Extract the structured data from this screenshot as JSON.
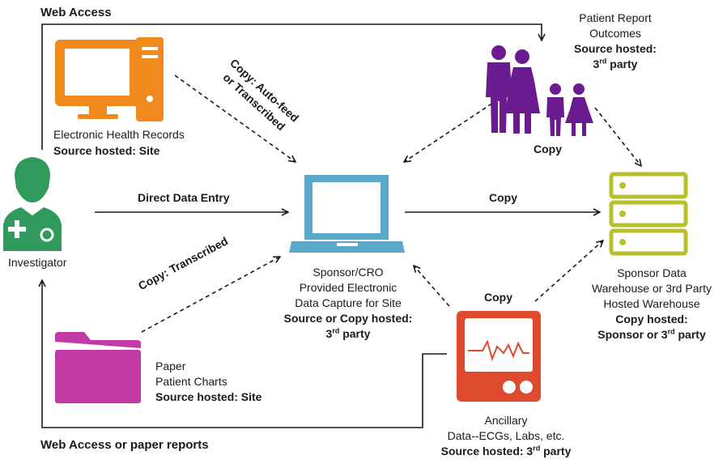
{
  "colors": {
    "ehr_orange": "#f08a1c",
    "patient_purple": "#6a1b8f",
    "warehouse_green": "#b8bf2b",
    "laptop_blue": "#5aa9cc",
    "investigator_green": "#2f9a5b",
    "paper_magenta": "#c13aa6",
    "ancillary_red": "#dd4a2e",
    "arrow": "#1a1a1a"
  },
  "icons": {
    "ehr": "desktop-computer-icon",
    "patients": "family-icon",
    "warehouse": "server-stack-icon",
    "edc": "laptop-icon",
    "investigator": "doctor-icon",
    "paper": "folder-icon",
    "ancillary": "ecg-monitor-icon"
  },
  "labels": {
    "web_access": "Web Access",
    "web_access_paper": "Web Access or paper reports",
    "ehr_name": "Electronic Health Records",
    "ehr_source": "Source hosted: Site",
    "copy_autofeed_1": "Copy: Auto-feed",
    "copy_autofeed_2": "or Transcribed",
    "patient_1": "Patient Report",
    "patient_2": "Outcomes",
    "patient_3": "Source hosted:",
    "patient_4a": "3",
    "patient_4sup": "rd",
    "patient_4b": " party",
    "copy_patient": "Copy",
    "investigator": "Investigator",
    "direct_entry": "Direct Data Entry",
    "copy_to_warehouse": "Copy",
    "copy_transcribed": "Copy: Transcribed",
    "edc_1": "Sponsor/CRO",
    "edc_2": "Provided Electronic",
    "edc_3": "Data Capture for Site",
    "edc_4": "Source or Copy hosted:",
    "edc_5a": "3",
    "edc_5sup": "rd",
    "edc_5b": " party",
    "warehouse_1": "Sponsor Data",
    "warehouse_2": "Warehouse or 3rd Party",
    "warehouse_3": "Hosted Warehouse",
    "warehouse_4": "Copy hosted:",
    "warehouse_5a": "Sponsor or 3",
    "warehouse_5sup": "rd",
    "warehouse_5b": " party",
    "copy_ancillary": "Copy",
    "paper_1": "Paper",
    "paper_2": "Patient Charts",
    "paper_3": "Source hosted: Site",
    "ancillary_1": "Ancillary",
    "ancillary_2": "Data--ECGs, Labs, etc.",
    "ancillary_3a": "Source hosted: 3",
    "ancillary_3sup": "rd",
    "ancillary_3b": " party"
  }
}
